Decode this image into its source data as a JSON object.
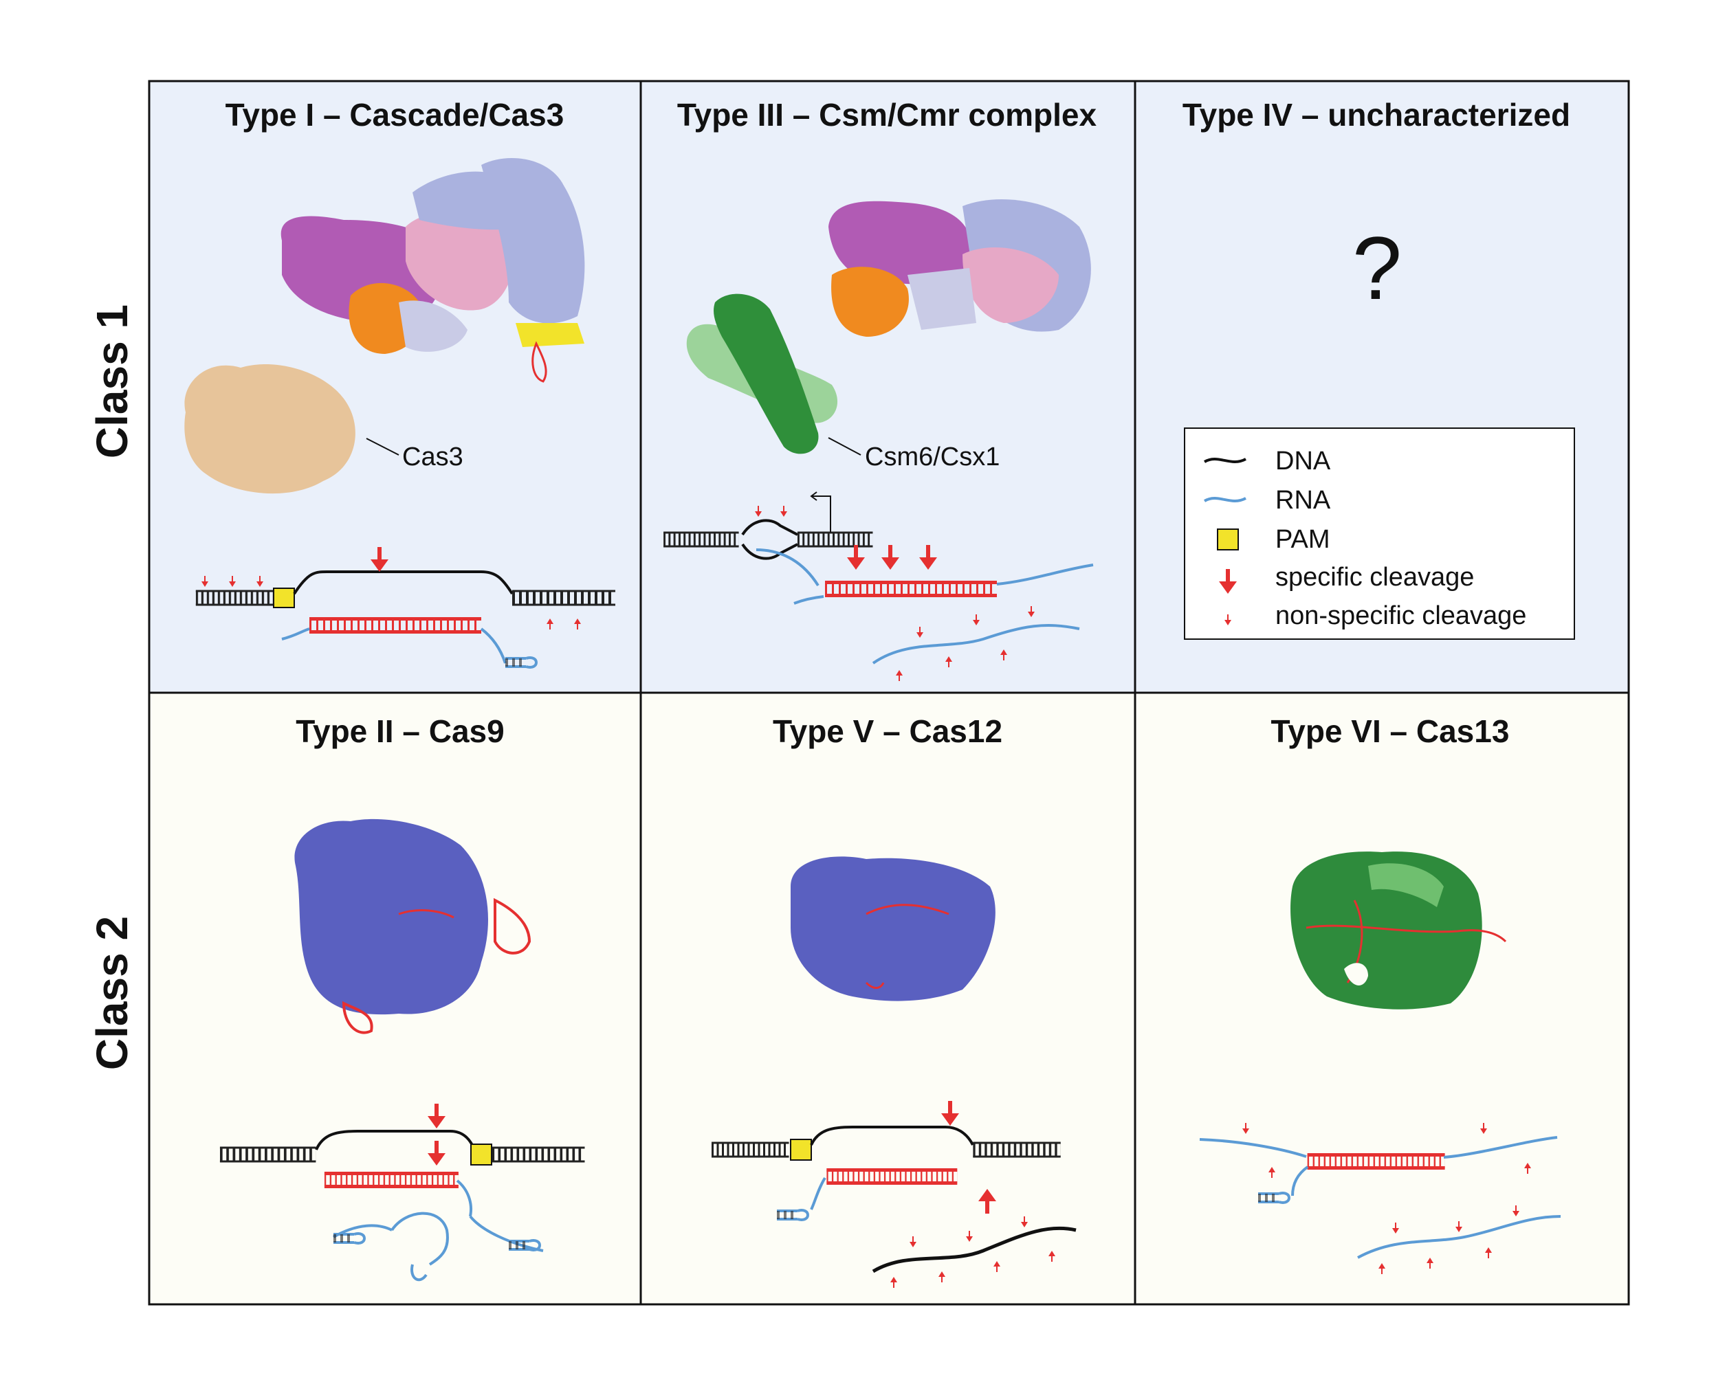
{
  "rows": {
    "class1": "Class 1",
    "class2": "Class 2"
  },
  "panels": {
    "type1": {
      "title": "Type I – Cascade/Cas3",
      "callout": "Cas3"
    },
    "type3": {
      "title": "Type III – Csm/Cmr complex",
      "callout": "Csm6/Csx1"
    },
    "type4": {
      "title": "Type IV – uncharacterized",
      "placeholder": "?"
    },
    "type2": {
      "title": "Type II – Cas9"
    },
    "type5": {
      "title": "Type V – Cas12"
    },
    "type6": {
      "title": "Type VI – Cas13"
    }
  },
  "legend": {
    "dna": "DNA",
    "rna": "RNA",
    "pam": "PAM",
    "specific": "specific cleavage",
    "nonspecific": "non-specific cleavage"
  },
  "colors": {
    "class1_bg": "#eaf0fa",
    "class2_bg": "#fdfdf6",
    "dna": "#111111",
    "rna": "#5b9bd5",
    "crrna_duplex": "#e53030",
    "cleavage": "#e53030",
    "pam": "#f2e32a",
    "cas9_cas12": "#5a60c0",
    "cas13": "#2e8b3c",
    "cas3": "#e7c49a",
    "csm_magenta": "#b15bb4",
    "csm_pink": "#e6a8c6",
    "csm_lavender": "#aab2df",
    "csm_orange": "#f08a1f",
    "csm6_dark": "#2f8f3a",
    "csm6_light": "#9cd39a"
  }
}
